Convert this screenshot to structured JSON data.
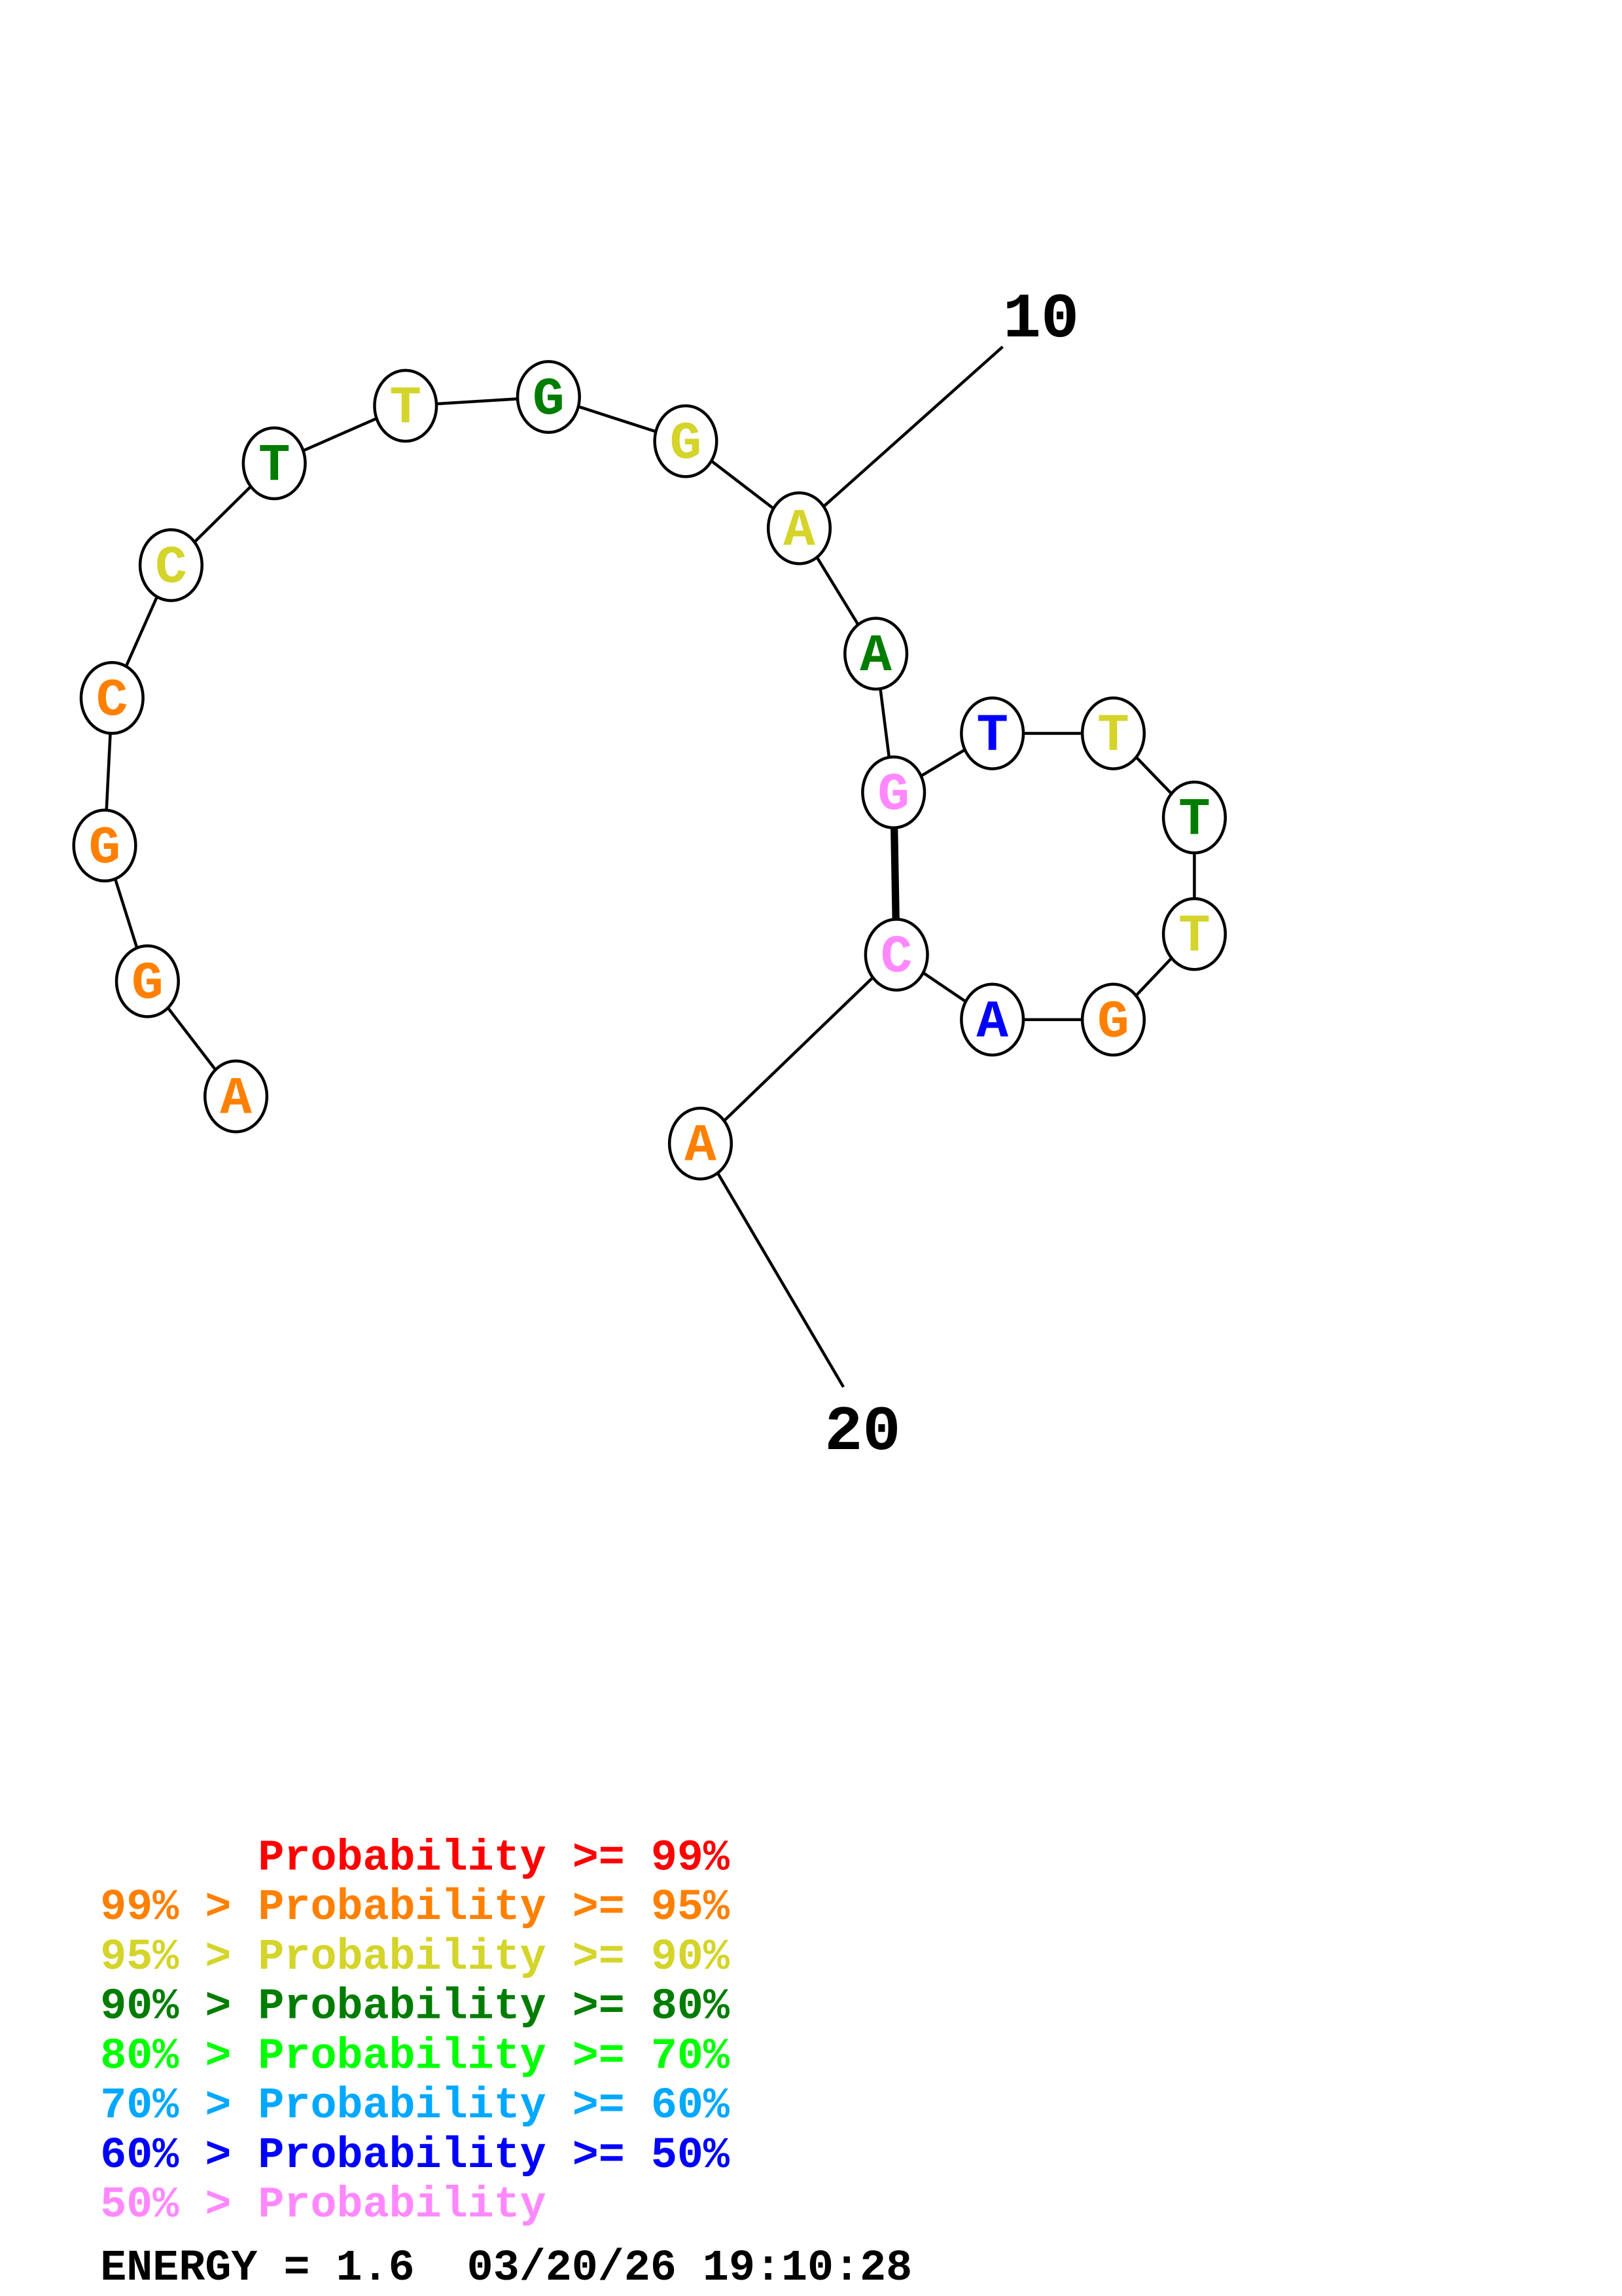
{
  "structure": {
    "nucleotides": [
      {
        "base": "A",
        "color": "#ff8000"
      },
      {
        "base": "G",
        "color": "#ff8000"
      },
      {
        "base": "G",
        "color": "#ff8000"
      },
      {
        "base": "C",
        "color": "#ff8000"
      },
      {
        "base": "C",
        "color": "#d4d42a"
      },
      {
        "base": "T",
        "color": "#007d00"
      },
      {
        "base": "T",
        "color": "#d4d42a"
      },
      {
        "base": "G",
        "color": "#007d00"
      },
      {
        "base": "G",
        "color": "#d4d42a"
      },
      {
        "base": "A",
        "color": "#d4d42a"
      },
      {
        "base": "A",
        "color": "#007d00"
      },
      {
        "base": "G",
        "color": "#ff88ff"
      },
      {
        "base": "T",
        "color": "#0000ff"
      },
      {
        "base": "T",
        "color": "#d4d42a"
      },
      {
        "base": "T",
        "color": "#007d00"
      },
      {
        "base": "T",
        "color": "#d4d42a"
      },
      {
        "base": "G",
        "color": "#ff8000"
      },
      {
        "base": "A",
        "color": "#0000ff"
      },
      {
        "base": "C",
        "color": "#ff88ff"
      },
      {
        "base": "A",
        "color": "#ff8000"
      }
    ],
    "pairs": [
      [
        12,
        19
      ]
    ],
    "position_labels": [
      {
        "index": 10,
        "text": "10"
      },
      {
        "index": 20,
        "text": "20"
      }
    ]
  },
  "legend": [
    {
      "prefix": "",
      "main": "Probability >= 99%",
      "color": "#ff0000"
    },
    {
      "prefix": "99% >",
      "main": "Probability >= 95%",
      "color": "#ff8000"
    },
    {
      "prefix": "95% >",
      "main": "Probability >= 90%",
      "color": "#d4d42a"
    },
    {
      "prefix": "90% >",
      "main": "Probability >= 80%",
      "color": "#007d00"
    },
    {
      "prefix": "80% >",
      "main": "Probability >= 70%",
      "color": "#00ff00"
    },
    {
      "prefix": "70% >",
      "main": "Probability >= 60%",
      "color": "#00a8ff"
    },
    {
      "prefix": "60% >",
      "main": "Probability >= 50%",
      "color": "#0000ff"
    },
    {
      "prefix": "50% >",
      "main": "Probability",
      "color": "#ff88ff"
    }
  ],
  "footer": {
    "energy": "ENERGY = 1.6  03/20/26 19:10:28"
  }
}
